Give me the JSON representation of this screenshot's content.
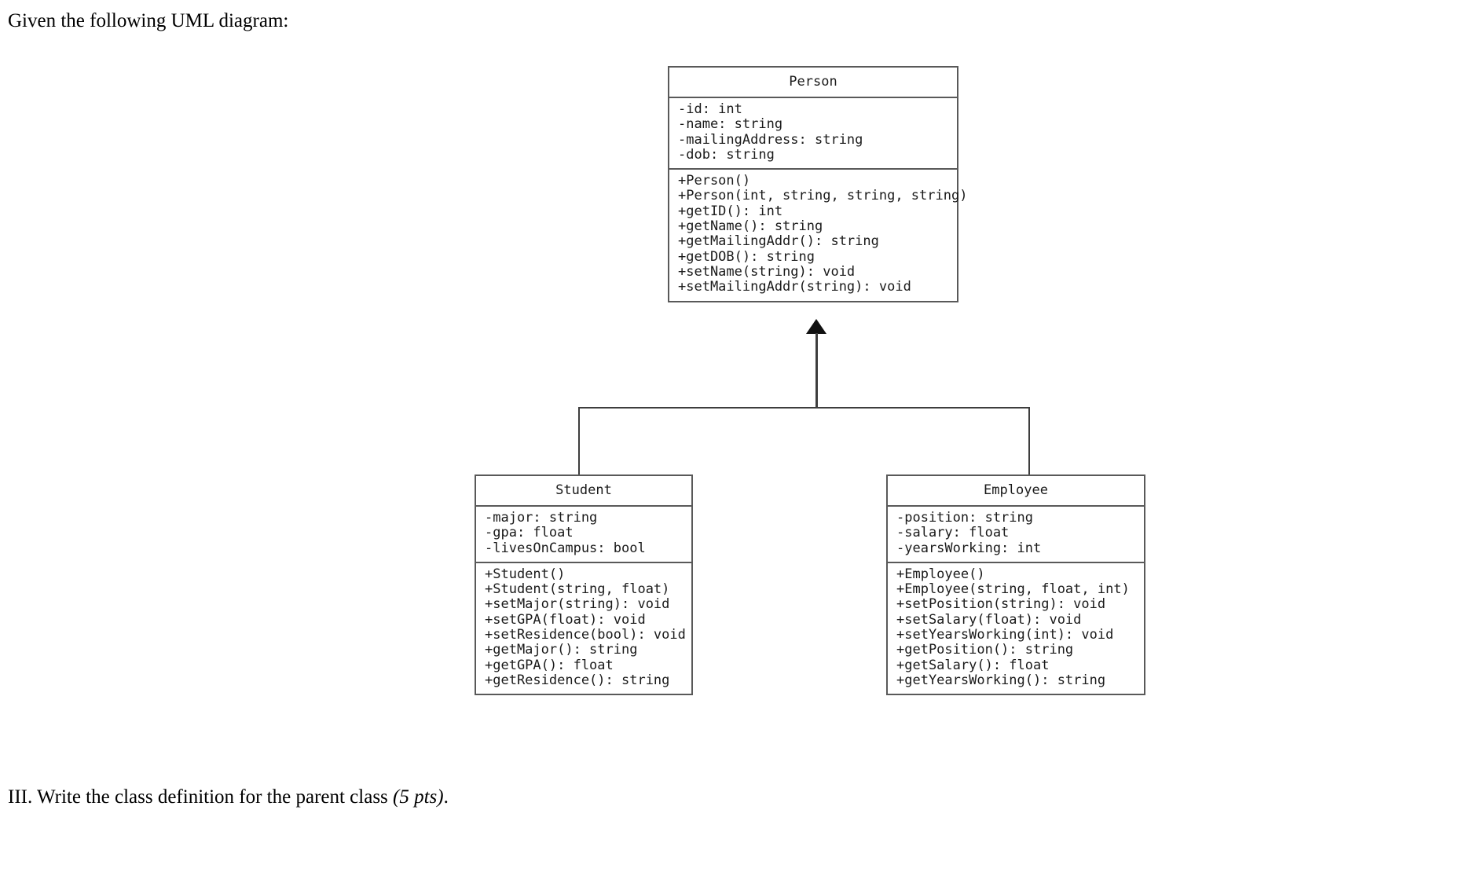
{
  "prompt": {
    "intro": "Given the following UML diagram:",
    "question_prefix": "III. Write the class definition for the parent class ",
    "question_points": "(5 pts)",
    "question_suffix": "."
  },
  "diagram": {
    "type": "uml-class-diagram",
    "relationship": "generalization",
    "parent": "Person",
    "children": [
      "Student",
      "Employee"
    ],
    "line_color": "#3d3d3d",
    "border_color": "#595959",
    "text_color": "#1a1a1a",
    "classes": {
      "person": {
        "name": "Person",
        "attributes": [
          "-id: int",
          "-name: string",
          "-mailingAddress: string",
          "-dob: string"
        ],
        "methods": [
          "+Person()",
          "+Person(int, string, string, string)",
          "+getID(): int",
          "+getName(): string",
          "+getMailingAddr(): string",
          "+getDOB(): string",
          "+setName(string): void",
          "+setMailingAddr(string): void"
        ]
      },
      "student": {
        "name": "Student",
        "attributes": [
          "-major: string",
          "-gpa: float",
          "-livesOnCampus: bool"
        ],
        "methods": [
          "+Student()",
          "+Student(string, float)",
          "+setMajor(string): void",
          "+setGPA(float): void",
          "+setResidence(bool): void",
          "+getMajor(): string",
          "+getGPA(): float",
          "+getResidence(): string"
        ]
      },
      "employee": {
        "name": "Employee",
        "attributes": [
          "-position: string",
          "-salary: float",
          "-yearsWorking: int"
        ],
        "methods": [
          "+Employee()",
          "+Employee(string, float, int)",
          "+setPosition(string): void",
          "+setSalary(float): void",
          "+setYearsWorking(int): void",
          "+getPosition(): string",
          "+getSalary(): float",
          "+getYearsWorking(): string"
        ]
      }
    }
  }
}
